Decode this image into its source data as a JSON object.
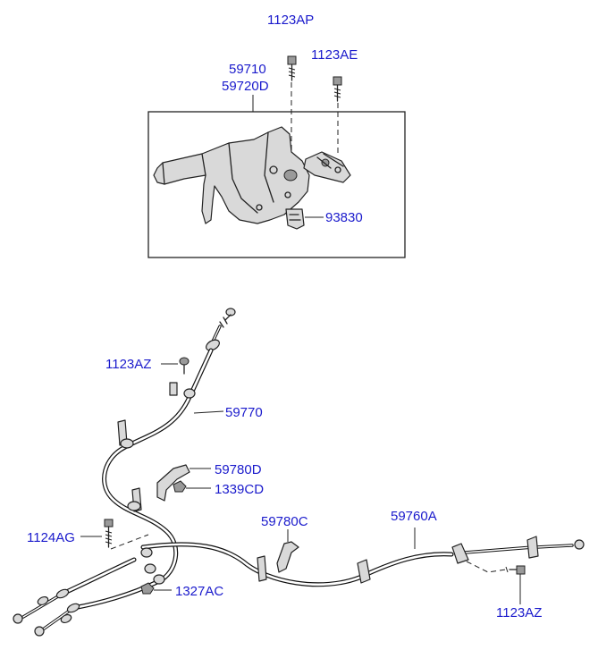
{
  "labels": {
    "p1123AP": "1123AP",
    "p1123AE": "1123AE",
    "p59710": "59710",
    "p59720D": "59720D",
    "p93830": "93830",
    "p1123AZ_top": "1123AZ",
    "p59770": "59770",
    "p59780D": "59780D",
    "p1339CD": "1339CD",
    "p1124AG": "1124AG",
    "p59780C": "59780C",
    "p59760A": "59760A",
    "p1327AC": "1327AC",
    "p1123AZ_bottom": "1123AZ"
  },
  "colors": {
    "label": "#1a1acc",
    "line": "#222222",
    "part_fill": "#d9d9d9",
    "background": "#ffffff"
  }
}
